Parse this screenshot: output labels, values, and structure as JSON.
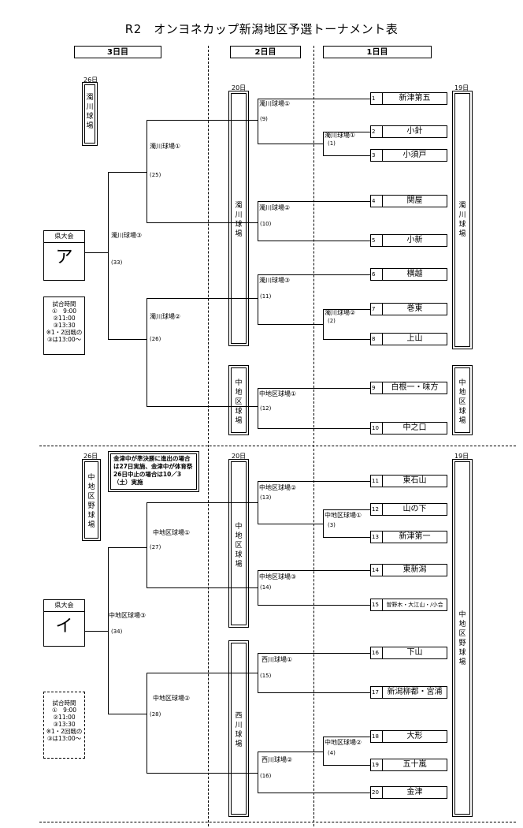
{
  "title": "R2　オンヨネカップ新潟地区予選トーナメント表",
  "headers": {
    "day3": "3日目",
    "day2": "2日目",
    "day1": "1日目"
  },
  "day_labels": {
    "d26": "26日",
    "d20": "20日",
    "d19": "19日"
  },
  "venues": {
    "nigorikawa": "濁川球場",
    "nakachiku": "中地区球場",
    "nakachiku_yakyu": "中地区野球場",
    "nishikawa": "西川球場"
  },
  "block_a": {
    "pref_label": "県大会",
    "pref_code": "ア",
    "games": {
      "g1": "濁川球場①",
      "g2": "濁川球場②",
      "g3": "濁川球場③",
      "r1_1": "濁川球場①",
      "r1_2": "濁川球場②",
      "r2_1": "濁川球場①",
      "r2_2": "濁川球場②",
      "r2_3": "濁川球場③",
      "r2_4": "中地区球場①",
      "n9": "(9)",
      "n10": "(10)",
      "n11": "(11)",
      "n12": "(12)",
      "n1": "(1)",
      "n2": "(2)",
      "n25": "(25)",
      "n26": "(26)",
      "n33": "(33)"
    },
    "teams": [
      {
        "no": "1",
        "name": "新津第五"
      },
      {
        "no": "2",
        "name": "小針"
      },
      {
        "no": "3",
        "name": "小須戸"
      },
      {
        "no": "4",
        "name": "関屋"
      },
      {
        "no": "5",
        "name": "小新"
      },
      {
        "no": "6",
        "name": "横越"
      },
      {
        "no": "7",
        "name": "巻東"
      },
      {
        "no": "8",
        "name": "上山"
      },
      {
        "no": "9",
        "name": "白根一・味方"
      },
      {
        "no": "10",
        "name": "中之口"
      }
    ],
    "times": [
      "試合時間",
      "①　9:00",
      "②11:00",
      "③13:30",
      "※1・2回戦の",
      "③は13:00～"
    ]
  },
  "block_i": {
    "pref_label": "県大会",
    "pref_code": "イ",
    "note": "金津中が準決勝に進出の場合は27日実施、金津中が体育祭26日中止の場合は10／3（土）実施",
    "games": {
      "g1": "中地区球場①",
      "g2": "中地区球場②",
      "g3": "中地区球場③",
      "r1_1": "中地区球場①",
      "r1_2": "中地区球場②",
      "r2_1": "中地区球場②",
      "r2_2": "中地区球場③",
      "r2_3": "西川球場①",
      "r2_4": "西川球場②",
      "n13": "(13)",
      "n14": "(14)",
      "n15": "(15)",
      "n16": "(16)",
      "n3": "(3)",
      "n4": "(4)",
      "n27": "(27)",
      "n28": "(28)",
      "n34": "(34)"
    },
    "teams": [
      {
        "no": "11",
        "name": "東石山"
      },
      {
        "no": "12",
        "name": "山の下"
      },
      {
        "no": "13",
        "name": "新津第一"
      },
      {
        "no": "14",
        "name": "東新潟"
      },
      {
        "no": "15",
        "name": "曽野木・大江山・/小合"
      },
      {
        "no": "16",
        "name": "下山"
      },
      {
        "no": "17",
        "name": "新潟柳都・宮浦"
      },
      {
        "no": "18",
        "name": "大形"
      },
      {
        "no": "19",
        "name": "五十嵐"
      },
      {
        "no": "20",
        "name": "金津"
      }
    ],
    "times": [
      "試合時間",
      "①　9:00",
      "②11:00",
      "③13:30",
      "※1・2回戦の",
      "③は13:00～"
    ]
  }
}
